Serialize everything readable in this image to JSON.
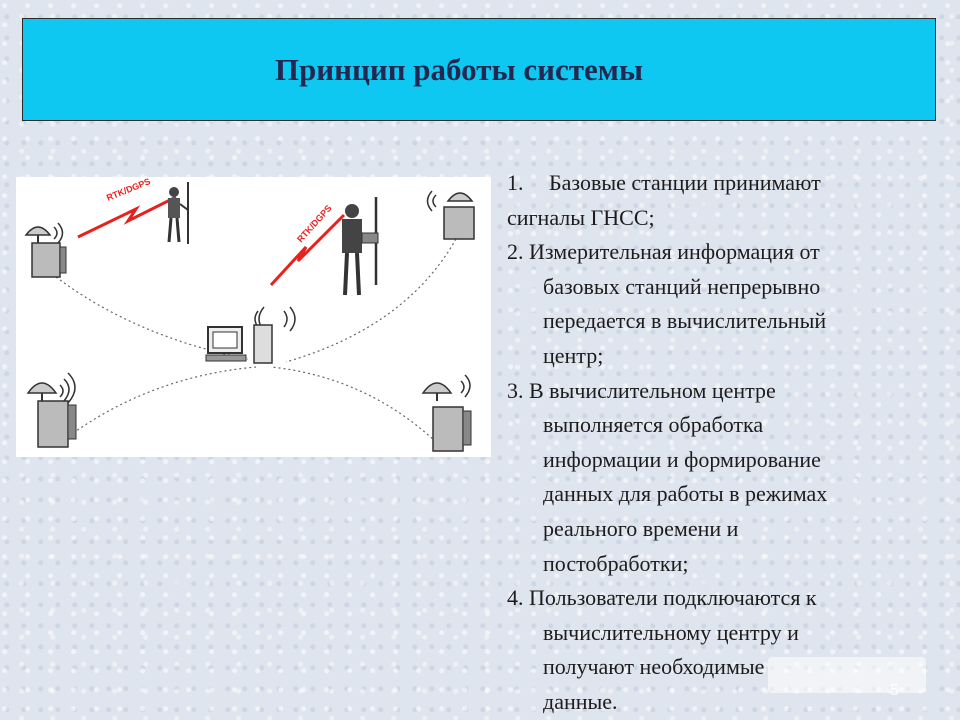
{
  "slide": {
    "title": "Принцип работы системы",
    "page_number": "5"
  },
  "diagram": {
    "labels": {
      "signal_left": "RTK/DGPS",
      "signal_right": "RTK/DGPS"
    }
  },
  "list": {
    "item1": {
      "number": "1.",
      "text_line1": "Базовые станции принимают",
      "text_line2": "сигналы ГНСС;"
    },
    "item2": {
      "line1": "2. Измерительная информация от",
      "line2": "базовых станций непрерывно",
      "line3": "передается в вычислительный",
      "line4": "центр;"
    },
    "item3": {
      "line1": "3. В вычислительном центре",
      "line2": "выполняется обработка",
      "line3": "информации и формирование",
      "line4": "данных для работы в режимах",
      "line5": "реального времени и",
      "line6": "постобработки;"
    },
    "item4": {
      "line1": "4. Пользователи подключаются к",
      "line2": "вычислительному центру и",
      "line3": "получают необходимые",
      "line4": "данные."
    }
  }
}
